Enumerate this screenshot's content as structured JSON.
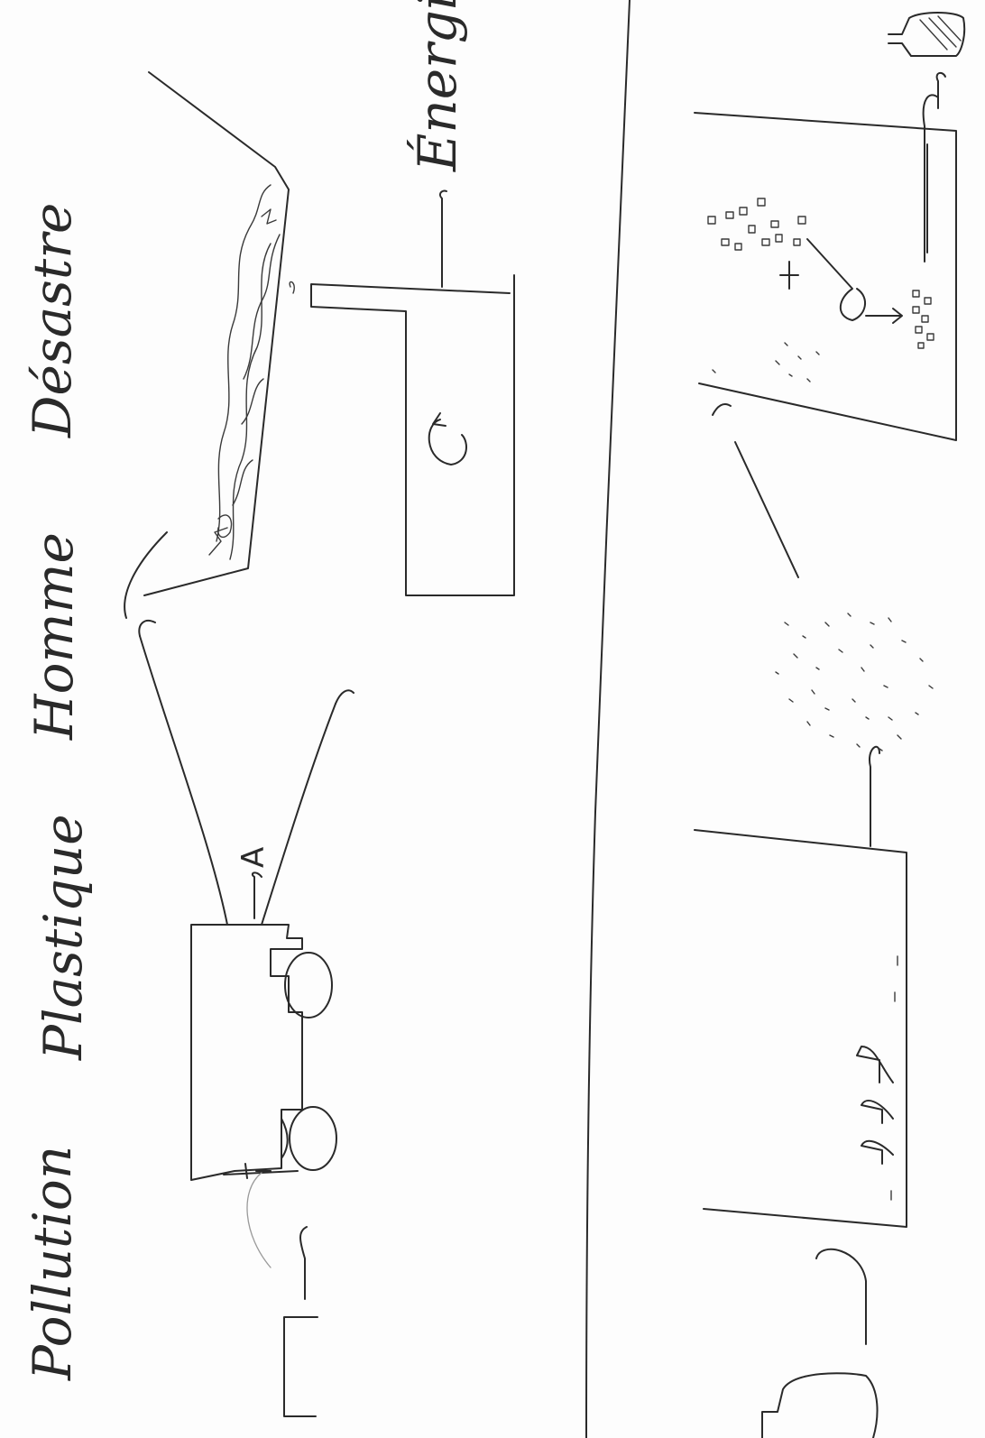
{
  "labels": {
    "pollution": "Pollution",
    "plastique": "Plastique",
    "homme": "Homme",
    "desastre": "Désastre",
    "energie": "Énergie",
    "marker_a": "A"
  }
}
